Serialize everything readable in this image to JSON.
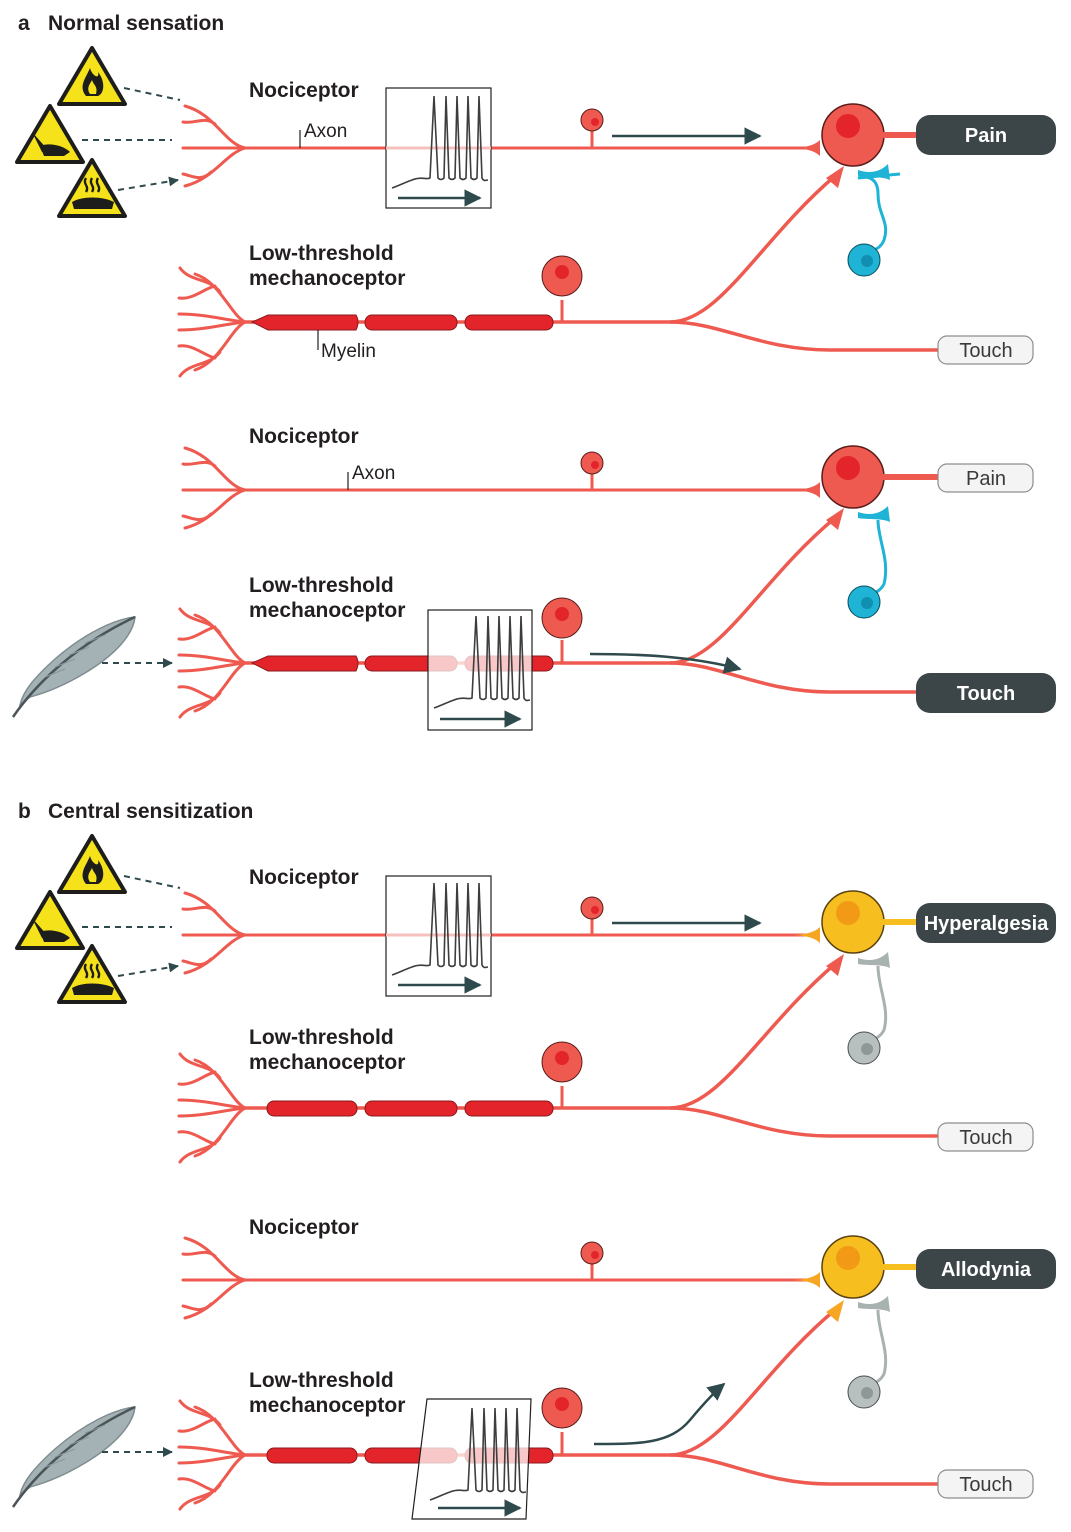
{
  "panel_a": {
    "letter": "a",
    "title": "Normal sensation"
  },
  "panel_b": {
    "letter": "b",
    "title": "Central sensitization"
  },
  "labels": {
    "nociceptor": "Nociceptor",
    "ltm_line1": "Low-threshold",
    "ltm_line2": "mechanoceptor",
    "axon": "Axon",
    "myelin": "Myelin"
  },
  "outputs": {
    "pain": "Pain",
    "touch": "Touch",
    "hyperalgesia": "Hyperalgesia",
    "allodynia": "Allodynia"
  },
  "colors": {
    "neuron": "#ef5a50",
    "myelin": "#e3242b",
    "interneuron_normal": "#1fb4d6",
    "interneuron_inactive": "#a8b2b1",
    "sensitized_neuron": "#f6be1e",
    "label_dark": "#3c4547",
    "arrow": "#2f4a4c"
  },
  "icons": [
    "fire-hazard-icon",
    "sharp-hazard-icon",
    "hot-hazard-icon",
    "feather-icon"
  ]
}
